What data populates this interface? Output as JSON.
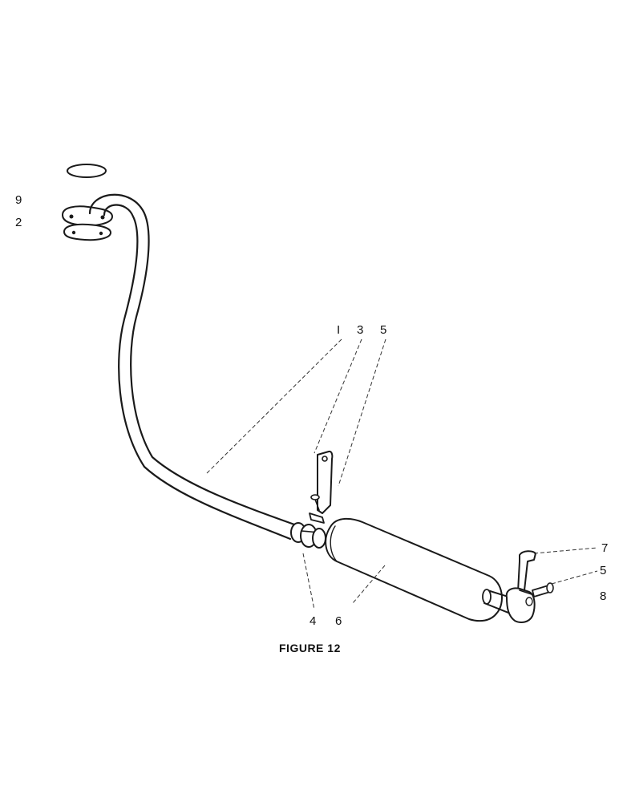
{
  "figure": {
    "caption": "FIGURE 12",
    "callouts": {
      "c9": "9",
      "c2": "2",
      "c1": "I",
      "c3": "3",
      "c5_top": "5",
      "c4": "4",
      "c6": "6",
      "c7": "7",
      "c5_right": "5",
      "c8": "8"
    }
  }
}
